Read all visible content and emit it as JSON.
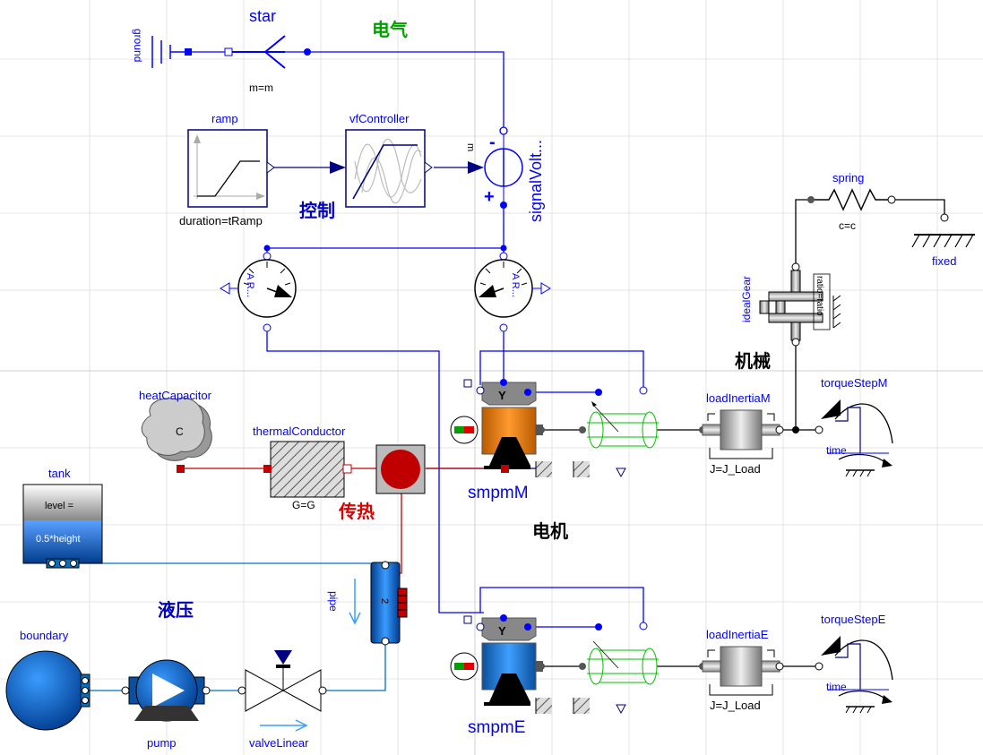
{
  "sections": {
    "electrical": "电气",
    "control": "控制",
    "mechanical": "机械",
    "thermal": "传热",
    "motor": "电机",
    "hydraulic": "液压"
  },
  "components": {
    "star": {
      "name": "star",
      "param": "m=m"
    },
    "ground": {
      "name": "ground"
    },
    "ramp": {
      "name": "ramp",
      "param": "duration=tRamp"
    },
    "vfController": {
      "name": "vfController"
    },
    "signalVoltage": {
      "name": "signalVolt...",
      "m_label": "m",
      "plus": "+",
      "minus": "-"
    },
    "currentSensor1": {
      "name": "A R..."
    },
    "currentSensor2": {
      "name": "A R..."
    },
    "spring": {
      "name": "spring",
      "param": "c=c"
    },
    "fixed": {
      "name": "fixed"
    },
    "idealGear": {
      "name": "idealGear",
      "param": "ratio=ratio"
    },
    "heatCapacitor": {
      "name": "heatCapacitor",
      "symbol": "C"
    },
    "thermalConductor": {
      "name": "thermalConductor",
      "param": "G=G"
    },
    "smpmM": {
      "name": "smpmM",
      "star": "Y"
    },
    "smpmE": {
      "name": "smpmE",
      "star": "Y"
    },
    "loadInertiaM": {
      "name": "loadInertiaM",
      "param": "J=J_Load"
    },
    "loadInertiaE": {
      "name": "loadInertiaE",
      "param": "J=J_Load"
    },
    "torqueStepM": {
      "name": "torqueStepM",
      "axis": "time"
    },
    "torqueStepE": {
      "name": "torqueStepE",
      "axis": "time"
    },
    "tank": {
      "name": "tank",
      "line1": "level =",
      "line2": "0.5*height"
    },
    "pipe": {
      "name": "pipe",
      "index": "2"
    },
    "boundary": {
      "name": "boundary"
    },
    "pump": {
      "name": "pump"
    },
    "valveLinear": {
      "name": "valveLinear"
    }
  },
  "colors": {
    "electric_wire": "#0000ff",
    "thermal_wire": "#c00000",
    "fluid_wire": "#0070c0",
    "section_electrical": "#00a000",
    "section_control": "#0000c0",
    "section_red": "#e00000",
    "motor_m": "#ff7f00",
    "motor_e": "#1e7fd8"
  }
}
